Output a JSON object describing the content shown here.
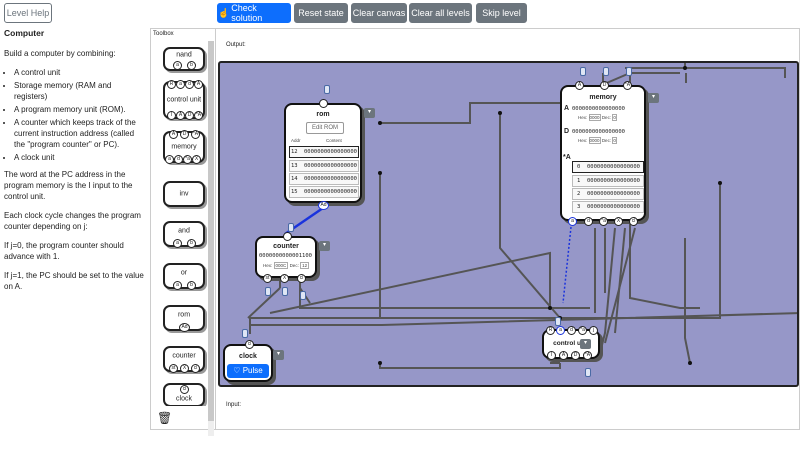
{
  "toolbar": {
    "level_help": "Level Help",
    "check_solution": "Check solution",
    "reset_state": "Reset state",
    "clear_canvas": "Clear canvas",
    "clear_all_levels": "Clear all levels",
    "skip_level": "Skip level"
  },
  "instructions": {
    "title": "Computer",
    "intro": "Build a computer by combining:",
    "bullets": [
      "A control unit",
      "Storage memory (RAM and registers)",
      "A program memory unit (ROM).",
      "A counter which keeps track of the current instruction address (called the \"program counter\" or PC).",
      "A clock unit"
    ],
    "p1": "The word at the PC address in the program memory is the I input to the control unit.",
    "p2": "Each clock cycle changes the program counter depending on j:",
    "p3": "If j=0, the program counter should advance with 1.",
    "p4": "If j=1, the PC should be set to the value on A."
  },
  "toolbox": {
    "title": "Toolbox",
    "items": [
      {
        "label": "nand",
        "pins": [
          "a",
          "b"
        ]
      },
      {
        "label": "control unit",
        "top_pins": [
          "R",
          "a",
          "d",
          "A"
        ],
        "bottom_pins": [
          "I",
          "A",
          "D",
          "*A"
        ]
      },
      {
        "label": "memory",
        "top_pins": [
          "A",
          "D",
          "*A"
        ],
        "bottom_pins": [
          "a",
          "d",
          "*a",
          "X",
          "cl"
        ]
      },
      {
        "label": "inv"
      },
      {
        "label": "and",
        "pins": [
          "a",
          "b"
        ]
      },
      {
        "label": "or",
        "pins": [
          "a",
          "b"
        ]
      },
      {
        "label": "rom",
        "pins": [
          "Ad"
        ]
      },
      {
        "label": "counter",
        "pins": [
          "st",
          "X",
          "cl"
        ]
      },
      {
        "label": "clock",
        "pins": [
          "cl"
        ]
      }
    ]
  },
  "output": {
    "label": "Output:",
    "input_label": "Input:",
    "rom": {
      "title": "rom",
      "edit": "Edit ROM",
      "col_addr": "Addr",
      "col_content": "Content",
      "rows": [
        {
          "addr": "12",
          "value": "0000000000000000"
        },
        {
          "addr": "13",
          "value": "0000000000000000"
        },
        {
          "addr": "14",
          "value": "0000000000000000"
        },
        {
          "addr": "15",
          "value": "0000000000000000"
        }
      ],
      "pin": "Ad"
    },
    "counter": {
      "title": "counter",
      "value": "0000000000001100",
      "hex_label": "Hex:",
      "hex": "000C",
      "dec_label": "Dec:",
      "dec": "12",
      "pins": [
        "st",
        "X",
        "cl"
      ]
    },
    "clock": {
      "title": "clock",
      "pin": "cl",
      "pulse": "Pulse"
    },
    "memory": {
      "title": "memory",
      "top_pins": [
        "A",
        "D",
        "*A"
      ],
      "reg_a_label": "A",
      "reg_a": "0000000000000000",
      "reg_a_hex": "0000",
      "reg_a_dec": "0",
      "reg_d_label": "D",
      "reg_d": "0000000000000000",
      "reg_d_hex": "0000",
      "reg_d_dec": "0",
      "ram_label": "*A",
      "hex_label": "Hex:",
      "dec_label": "Dec:",
      "ram_rows": [
        {
          "addr": "0",
          "value": "0000000000000000"
        },
        {
          "addr": "1",
          "value": "0000000000000000"
        },
        {
          "addr": "2",
          "value": "0000000000000000"
        },
        {
          "addr": "3",
          "value": "0000000000000000"
        }
      ],
      "bottom_pins": [
        "a",
        "d",
        "*a",
        "X",
        "cl"
      ]
    },
    "control_unit": {
      "title": "control unit",
      "top_pins": [
        "R",
        "a",
        "d",
        "*a",
        "j"
      ],
      "bottom_pins": [
        "I",
        "A",
        "D",
        "*A"
      ]
    }
  },
  "colors": {
    "canvas": "#9697c8",
    "primary": "#0d6efd",
    "wire": "#555555",
    "active_wire": "#1a33dd"
  }
}
